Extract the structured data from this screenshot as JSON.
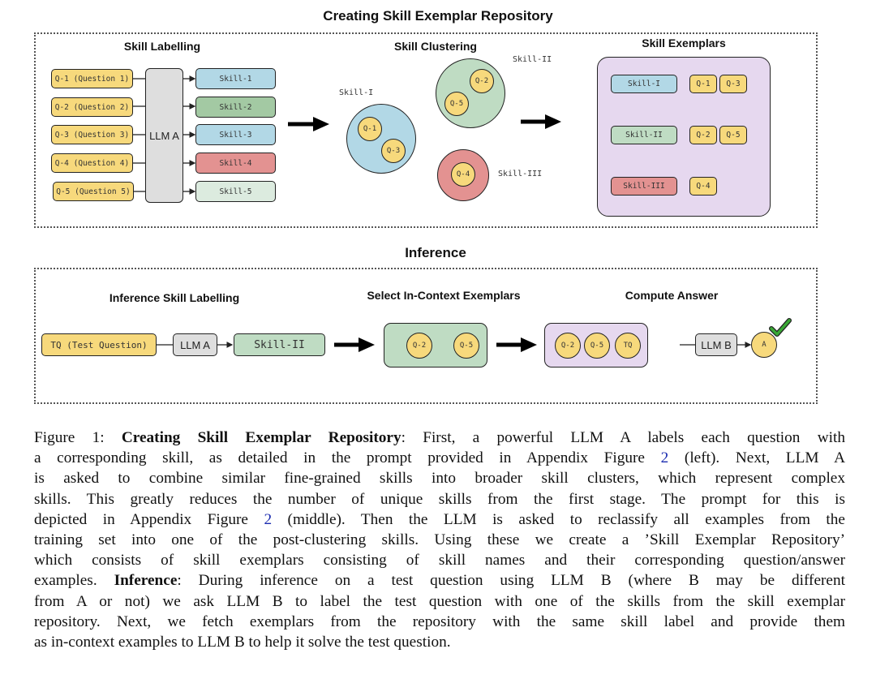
{
  "figure": {
    "top_section": {
      "title": "Creating Skill Exemplar Repository",
      "skill_labelling": {
        "title": "Skill Labelling",
        "questions": [
          "Q-1 (Question 1)",
          "Q-2 (Question 2)",
          "Q-3 (Question 3)",
          "Q-4 (Question 4)",
          "Q-5 (Question 5)"
        ],
        "model": "LLM A",
        "skills": [
          {
            "label": "Skill-1",
            "color": "#b2d8e6"
          },
          {
            "label": "Skill-2",
            "color": "#a3c9a3"
          },
          {
            "label": "Skill-3",
            "color": "#b2d8e6"
          },
          {
            "label": "Skill-4",
            "color": "#e39291"
          },
          {
            "label": "Skill-5",
            "color": "#dcebdf"
          }
        ]
      },
      "skill_clustering": {
        "title": "Skill Clustering",
        "clusters": [
          {
            "label": "Skill-I",
            "color": "#b2d8e6",
            "members": [
              "Q-1",
              "Q-3"
            ]
          },
          {
            "label": "Skill-II",
            "color": "#bfdcc3",
            "members": [
              "Q-2",
              "Q-5"
            ]
          },
          {
            "label": "Skill-III",
            "color": "#e39291",
            "members": [
              "Q-4"
            ]
          }
        ]
      },
      "skill_exemplars": {
        "title": "Skill Exemplars",
        "rows": [
          {
            "skill": "Skill-I",
            "color": "#b2d8e6",
            "questions": [
              "Q-1",
              "Q-3"
            ]
          },
          {
            "skill": "Skill-II",
            "color": "#bfdcc3",
            "questions": [
              "Q-2",
              "Q-5"
            ]
          },
          {
            "skill": "Skill-III",
            "color": "#e39291",
            "questions": [
              "Q-4"
            ]
          }
        ]
      }
    },
    "bottom_section": {
      "title": "Inference",
      "inference_labelling": {
        "title": "Inference Skill Labelling",
        "test_question": "TQ (Test Question)",
        "model": "LLM A",
        "skill": "Skill-II"
      },
      "select_exemplars": {
        "title": "Select In-Context Exemplars",
        "items": [
          "Q-2",
          "Q-5"
        ]
      },
      "compute_answer": {
        "title": "Compute Answer",
        "items": [
          "Q-2",
          "Q-5",
          "TQ"
        ],
        "model": "LLM B",
        "answer": "A",
        "check_color": "#3aa835"
      }
    }
  },
  "caption": {
    "prefix": "Figure 1: ",
    "bold1": "Creating Skill Exemplar Repository",
    "lines": [
      ": First, a powerful LLM A labels each question with",
      "a corresponding skill, as detailed in the prompt provided in Appendix Figure ",
      " (left). Next, LLM A",
      "is asked to combine similar fine-grained skills into broader skill clusters, which represent complex",
      "skills. This greatly reduces the number of unique skills from the first stage. The prompt for this is",
      "depicted in Appendix Figure ",
      " (middle). Then the LLM is asked to reclassify all examples from the",
      "training set into one of the post-clustering skills. Using these we create a ’Skill Exemplar Repository’",
      "which consists of skill exemplars consisting of skill names and their corresponding question/answer",
      "examples. ",
      ": During inference on a test question using LLM B (where B may be different",
      "from A or not) we ask LLM B to label the test question with one of the skills from the skill exemplar",
      "repository. Next, we fetch exemplars from the repository with the same skill label and provide them",
      "as in-context examples to LLM B to help it solve the test question."
    ],
    "bold2": "Inference",
    "figure_ref": "2"
  }
}
